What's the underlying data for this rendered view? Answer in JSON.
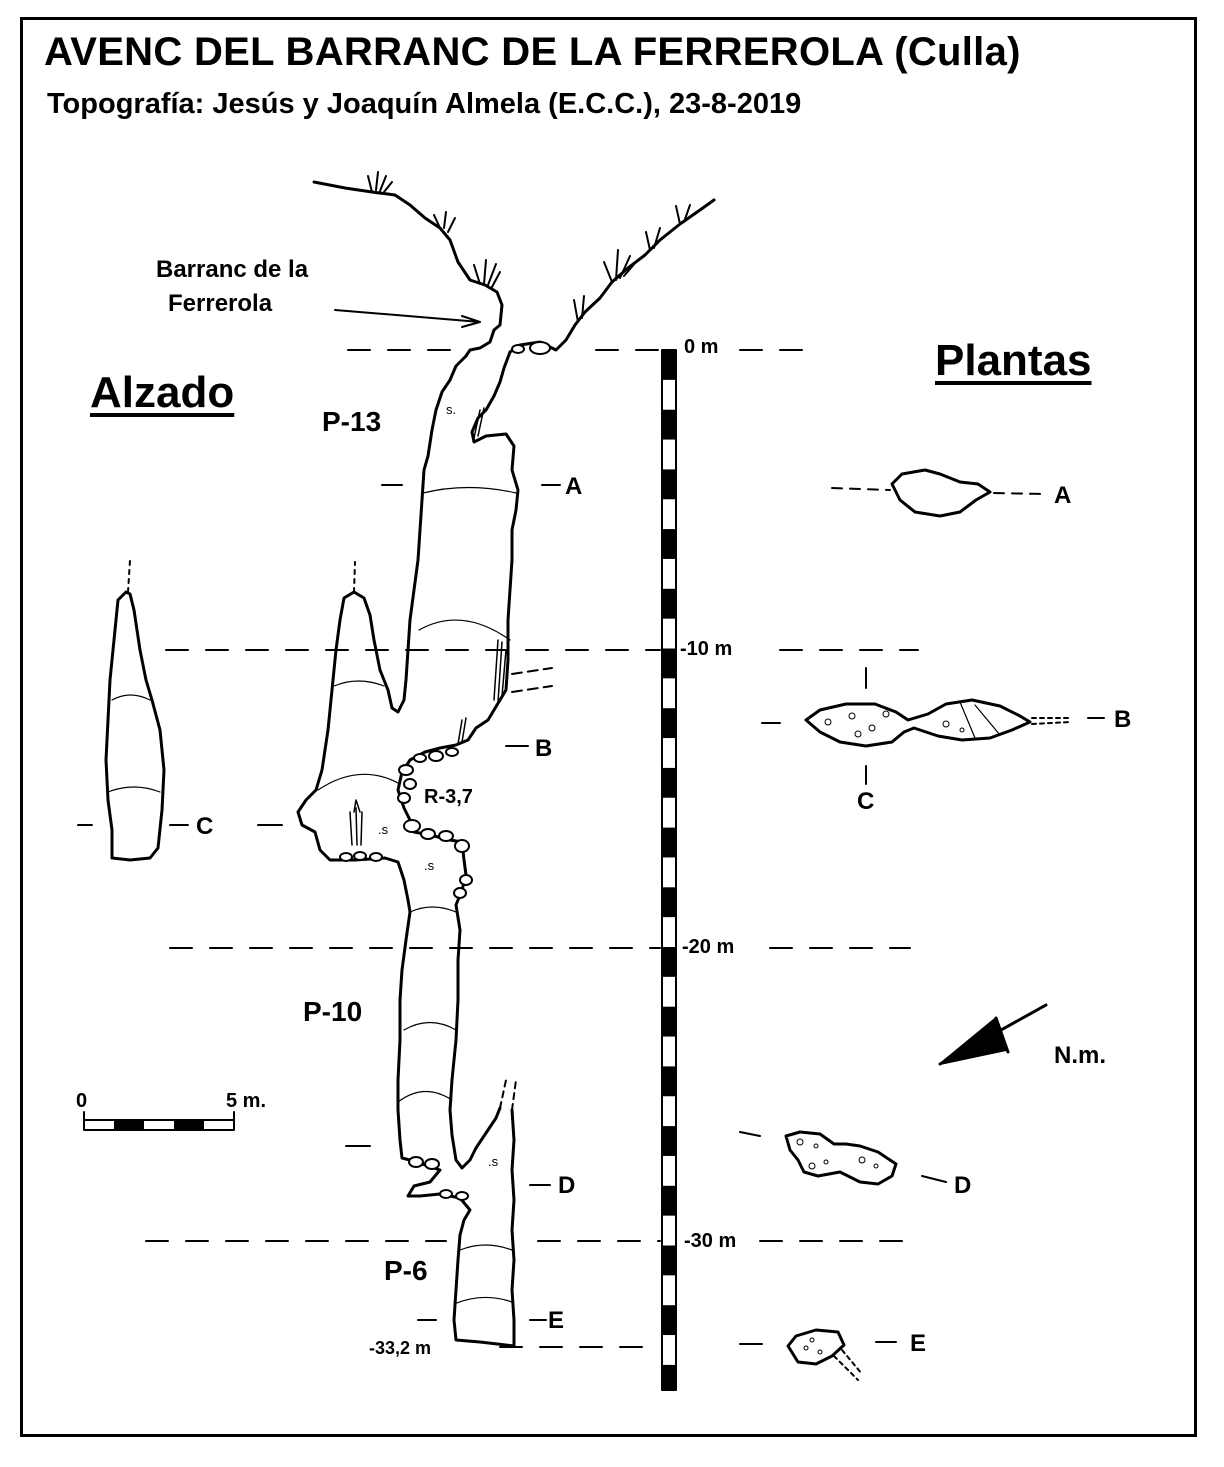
{
  "title": "AVENC DEL BARRANC DE LA FERREROLA (Culla)",
  "subtitle": "Topografía: Jesús y Joaquín Almela (E.C.C.), 23-8-2019",
  "labels": {
    "barranc_line1": "Barranc de la",
    "barranc_line2": "Ferrerola",
    "alzado": "Alzado",
    "plantas": "Plantas",
    "north": "N.m.",
    "ramp": "R-3,7",
    "bottom_depth": "-33,2 m",
    "speleothem": ".s",
    "speleothem_top": "s."
  },
  "pitches": [
    "P-13",
    "P-10",
    "P-6"
  ],
  "sections": [
    "A",
    "B",
    "C",
    "D",
    "E"
  ],
  "depth_scale": {
    "labels": [
      "0 m",
      "-10 m",
      "-20 m",
      "-30 m"
    ],
    "depth_range_m": [
      0,
      35
    ],
    "segment_m": 1
  },
  "scale_bar": {
    "start_label": "0",
    "end_label": "5 m.",
    "length_m": 5,
    "segments": 5
  },
  "colors": {
    "ink": "#000000",
    "paper": "#ffffff"
  }
}
